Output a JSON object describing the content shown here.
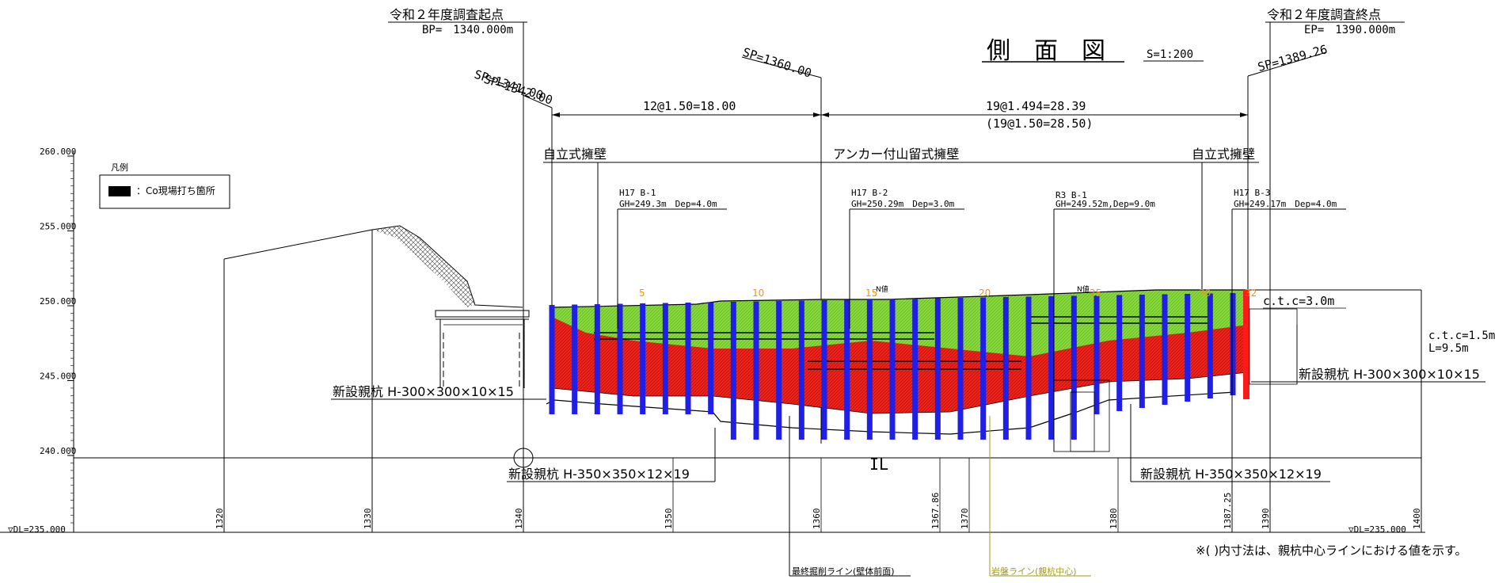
{
  "title": "側　面　図",
  "scale": "S=1:200",
  "legend": {
    "header": "凡例",
    "item": "：Co現場打ち箇所"
  },
  "start_point": {
    "label": "令和２年度調査起点",
    "value": "BP=　1340.000m"
  },
  "end_point": {
    "label": "令和２年度調査終点",
    "value": "EP=　1390.000m"
  },
  "station_marks": {
    "sp_left": "SP=1341.00",
    "sp_left_overlap": "SP=1342.00",
    "sp_mid": "SP=1360.00",
    "sp_right": "SP=1389.26"
  },
  "dimensions": {
    "left_span": "12@1.50=18.00",
    "right_span": "19@1.494=28.39",
    "right_span_center": "(19@1.50=28.50)"
  },
  "wall_types": {
    "left": "自立式擁壁",
    "middle": "アンカー付山留式擁壁",
    "right": "自立式擁壁"
  },
  "boreholes": [
    {
      "name": "H17 B-1",
      "data": "GH=249.3m　Dep=4.0m"
    },
    {
      "name": "H17 B-2",
      "data": "GH=250.29m　Dep=3.0m"
    },
    {
      "name": "R3 B-1",
      "data": "GH=249.52m,Dep=9.0m"
    },
    {
      "name": "H17 B-3",
      "data": "GH=249.17m　Dep=4.0m"
    }
  ],
  "elevation_ticks": [
    "260.000",
    "255.000",
    "250.000",
    "245.000",
    "240.000"
  ],
  "datum_left": "▽DL=235.000",
  "datum_right": "▽DL=235.000",
  "station_ticks": [
    "1320",
    "1330",
    "1340",
    "1350",
    "1360",
    "1367.86",
    "1370",
    "1380",
    "1387.25",
    "1390",
    "1400"
  ],
  "pile_numbers": [
    "5",
    "10",
    "15",
    "20",
    "25",
    "30",
    "32"
  ],
  "pile_labels": {
    "left_upper": "新設親杭 H-300×300×10×15",
    "right_upper": "新設親杭 H-300×300×10×15",
    "left_lower": "新設親杭 H-350×350×12×19",
    "right_lower": "新設親杭 H-350×350×12×19"
  },
  "spacing_right": {
    "ctc_top": "c.t.c=3.0m",
    "ctc": "c.t.c=1.5m",
    "length": "L=9.5m"
  },
  "small_notes": {
    "n_value": "N値",
    "il": "IL"
  },
  "bottom_lines": {
    "excavation": "最終掘削ライン(壁体前面)",
    "bedrock": "岩盤ライン(親杭中心)"
  },
  "footnote": "※( )内寸法は、親杭中心ラインにおける値を示す。",
  "colors": {
    "pile_blue": "#1f1fe6",
    "pile_red": "#ff1a1a",
    "soil_green": "#7fd23c",
    "soil_red": "#e61e1e",
    "bedrock_line": "#a09a1e",
    "pile_number": "#ff8c00"
  }
}
